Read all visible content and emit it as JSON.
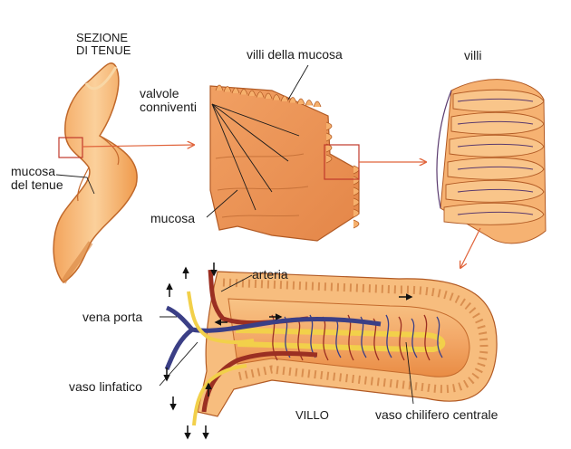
{
  "labels": {
    "section_line1": "SEZIONE",
    "section_line2": "DI TENUE",
    "mucosa_tenue_line1": "mucosa",
    "mucosa_tenue_line2": "del tenue",
    "villi_mucosa": "villi della mucosa",
    "valvole_line1": "valvole",
    "valvole_line2": "conniventi",
    "mucosa": "mucosa",
    "villi": "villi",
    "arteria": "arteria",
    "vena_porta": "vena porta",
    "vaso_linfatico": "vaso linfatico",
    "villo": "VILLO",
    "vaso_chilifero": "vaso chilifero centrale"
  },
  "colors": {
    "tissue_light": "#f6b877",
    "tissue_mid": "#ee9a50",
    "tissue_dark": "#d36f2a",
    "outline": "#a8521c",
    "pointer_arrow": "#e0633a",
    "artery": "#9b2f22",
    "vein": "#3b3f86",
    "lymph": "#f2d04a",
    "flow_arrow": "#111111",
    "text": "#1a1a1a"
  }
}
